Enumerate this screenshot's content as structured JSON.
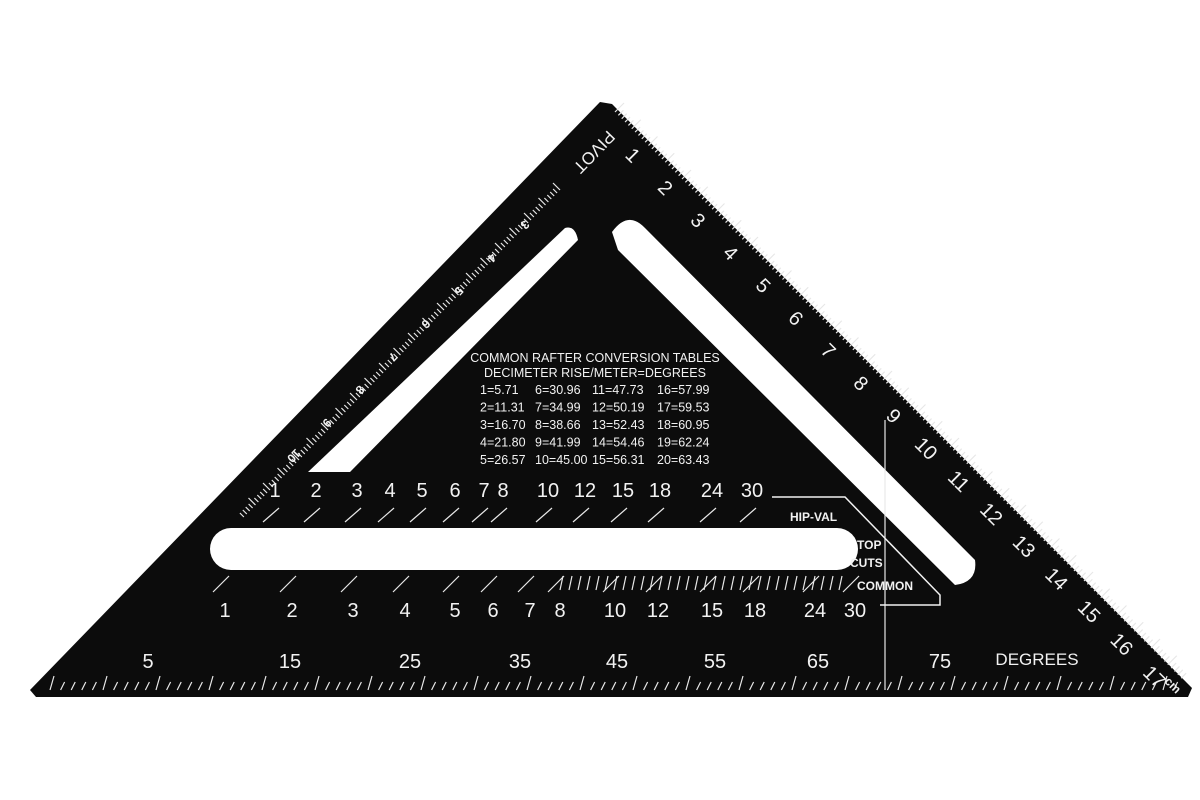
{
  "colors": {
    "body": "#0c0c0c",
    "markings": "#f2f2f2",
    "background": "#ffffff"
  },
  "table": {
    "title": "COMMON RAFTER CONVERSION TABLES",
    "subtitle": "DECIMETER RISE/METER=DEGREES",
    "columns": [
      [
        "1=5.71",
        "2=11.31",
        "3=16.70",
        "4=21.80",
        "5=26.57"
      ],
      [
        "6=30.96",
        "7=34.99",
        "8=38.66",
        "9=41.99",
        "10=45.00"
      ],
      [
        "11=47.73",
        "12=50.19",
        "13=52.43",
        "14=54.46",
        "15=56.31"
      ],
      [
        "16=57.99",
        "17=59.53",
        "18=60.95",
        "19=62.24",
        "20=63.43"
      ]
    ]
  },
  "hip_val_row": [
    "1",
    "2",
    "3",
    "4",
    "5",
    "6",
    "7",
    "8",
    "10",
    "12",
    "15",
    "18",
    "24",
    "30"
  ],
  "common_row": [
    "1",
    "2",
    "3",
    "4",
    "5",
    "6",
    "7",
    "8",
    "10",
    "12",
    "15",
    "18",
    "24",
    "30"
  ],
  "degrees_row": [
    "5",
    "15",
    "25",
    "35",
    "45",
    "55",
    "65",
    "75"
  ],
  "degrees_label": "DEGREES",
  "hypotenuse_scale": [
    "1",
    "2",
    "3",
    "4",
    "5",
    "6",
    "7",
    "8",
    "9",
    "10",
    "11",
    "12",
    "13",
    "14",
    "15",
    "16",
    "17"
  ],
  "unit_label": "cm",
  "left_scale": [
    "3",
    "4",
    "5",
    "6",
    "7",
    "8",
    "9",
    "10"
  ],
  "pivot_label": "PIVOT",
  "labels": {
    "hip_val": "HIP-VAL",
    "top": "TOP",
    "cuts": "CUTS",
    "common": "COMMON"
  }
}
